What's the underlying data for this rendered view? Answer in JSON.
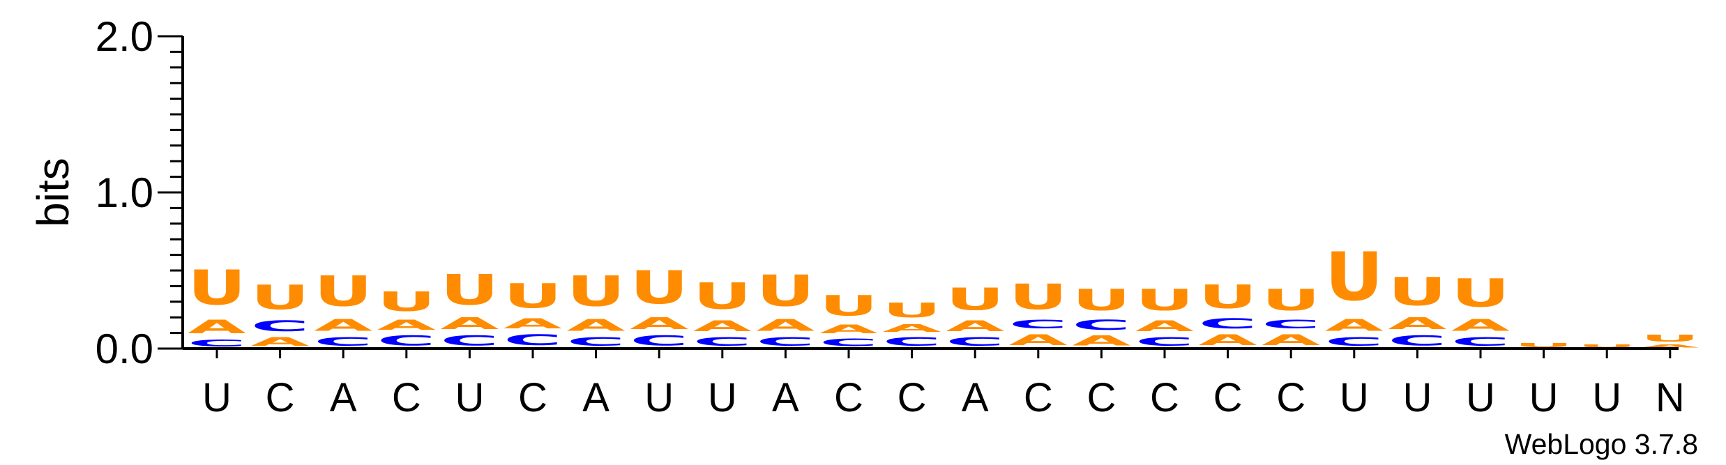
{
  "chart_data": {
    "type": "sequence-logo",
    "ylabel": "bits",
    "ylim": [
      0,
      2.0
    ],
    "yticks": [
      {
        "value": 0.0,
        "label": "0.0"
      },
      {
        "value": 1.0,
        "label": "1.0"
      },
      {
        "value": 2.0,
        "label": "2.0"
      }
    ],
    "positions": [
      "U",
      "C",
      "A",
      "C",
      "U",
      "C",
      "A",
      "U",
      "U",
      "A",
      "C",
      "C",
      "A",
      "C",
      "C",
      "C",
      "C",
      "C",
      "U",
      "U",
      "U",
      "U",
      "U",
      "N"
    ],
    "colors": {
      "A": "#ff8c00",
      "U": "#ff8c00",
      "C": "#0000ff"
    },
    "stacks": [
      [
        {
          "letter": "C",
          "bits": 0.07
        },
        {
          "letter": "A",
          "bits": 0.14
        },
        {
          "letter": "U",
          "bits": 0.36
        }
      ],
      [
        {
          "letter": "A",
          "bits": 0.09
        },
        {
          "letter": "C",
          "bits": 0.11
        },
        {
          "letter": "U",
          "bits": 0.25
        }
      ],
      [
        {
          "letter": "C",
          "bits": 0.09
        },
        {
          "letter": "A",
          "bits": 0.12
        },
        {
          "letter": "U",
          "bits": 0.31
        }
      ],
      [
        {
          "letter": "C",
          "bits": 0.1
        },
        {
          "letter": "A",
          "bits": 0.1
        },
        {
          "letter": "U",
          "bits": 0.2
        }
      ],
      [
        {
          "letter": "C",
          "bits": 0.1
        },
        {
          "letter": "A",
          "bits": 0.12
        },
        {
          "letter": "U",
          "bits": 0.31
        }
      ],
      [
        {
          "letter": "C",
          "bits": 0.11
        },
        {
          "letter": "A",
          "bits": 0.1
        },
        {
          "letter": "U",
          "bits": 0.25
        }
      ],
      [
        {
          "letter": "C",
          "bits": 0.09
        },
        {
          "letter": "A",
          "bits": 0.12
        },
        {
          "letter": "U",
          "bits": 0.31
        }
      ],
      [
        {
          "letter": "C",
          "bits": 0.1
        },
        {
          "letter": "A",
          "bits": 0.12
        },
        {
          "letter": "U",
          "bits": 0.34
        }
      ],
      [
        {
          "letter": "C",
          "bits": 0.09
        },
        {
          "letter": "A",
          "bits": 0.11
        },
        {
          "letter": "U",
          "bits": 0.27
        }
      ],
      [
        {
          "letter": "C",
          "bits": 0.09
        },
        {
          "letter": "A",
          "bits": 0.12
        },
        {
          "letter": "U",
          "bits": 0.32
        }
      ],
      [
        {
          "letter": "C",
          "bits": 0.08
        },
        {
          "letter": "A",
          "bits": 0.09
        },
        {
          "letter": "U",
          "bits": 0.21
        }
      ],
      [
        {
          "letter": "C",
          "bits": 0.09
        },
        {
          "letter": "A",
          "bits": 0.08
        },
        {
          "letter": "U",
          "bits": 0.15
        }
      ],
      [
        {
          "letter": "C",
          "bits": 0.09
        },
        {
          "letter": "A",
          "bits": 0.11
        },
        {
          "letter": "U",
          "bits": 0.23
        }
      ],
      [
        {
          "letter": "A",
          "bits": 0.11
        },
        {
          "letter": "C",
          "bits": 0.09
        },
        {
          "letter": "U",
          "bits": 0.26
        }
      ],
      [
        {
          "letter": "A",
          "bits": 0.1
        },
        {
          "letter": "C",
          "bits": 0.1
        },
        {
          "letter": "U",
          "bits": 0.22
        }
      ],
      [
        {
          "letter": "C",
          "bits": 0.09
        },
        {
          "letter": "A",
          "bits": 0.11
        },
        {
          "letter": "U",
          "bits": 0.22
        }
      ],
      [
        {
          "letter": "A",
          "bits": 0.11
        },
        {
          "letter": "C",
          "bits": 0.1
        },
        {
          "letter": "U",
          "bits": 0.24
        }
      ],
      [
        {
          "letter": "A",
          "bits": 0.11
        },
        {
          "letter": "C",
          "bits": 0.09
        },
        {
          "letter": "U",
          "bits": 0.22
        }
      ],
      [
        {
          "letter": "C",
          "bits": 0.09
        },
        {
          "letter": "A",
          "bits": 0.12
        },
        {
          "letter": "U",
          "bits": 0.5
        }
      ],
      [
        {
          "letter": "C",
          "bits": 0.1
        },
        {
          "letter": "A",
          "bits": 0.12
        },
        {
          "letter": "U",
          "bits": 0.29
        }
      ],
      [
        {
          "letter": "C",
          "bits": 0.09
        },
        {
          "letter": "A",
          "bits": 0.12
        },
        {
          "letter": "U",
          "bits": 0.29
        }
      ],
      [
        {
          "letter": "U",
          "bits": 0.04
        }
      ],
      [
        {
          "letter": "U",
          "bits": 0.03
        }
      ],
      [
        {
          "letter": "A",
          "bits": 0.03
        },
        {
          "letter": "U",
          "bits": 0.07
        }
      ]
    ]
  },
  "footer": {
    "version": "WebLogo 3.7.8"
  }
}
